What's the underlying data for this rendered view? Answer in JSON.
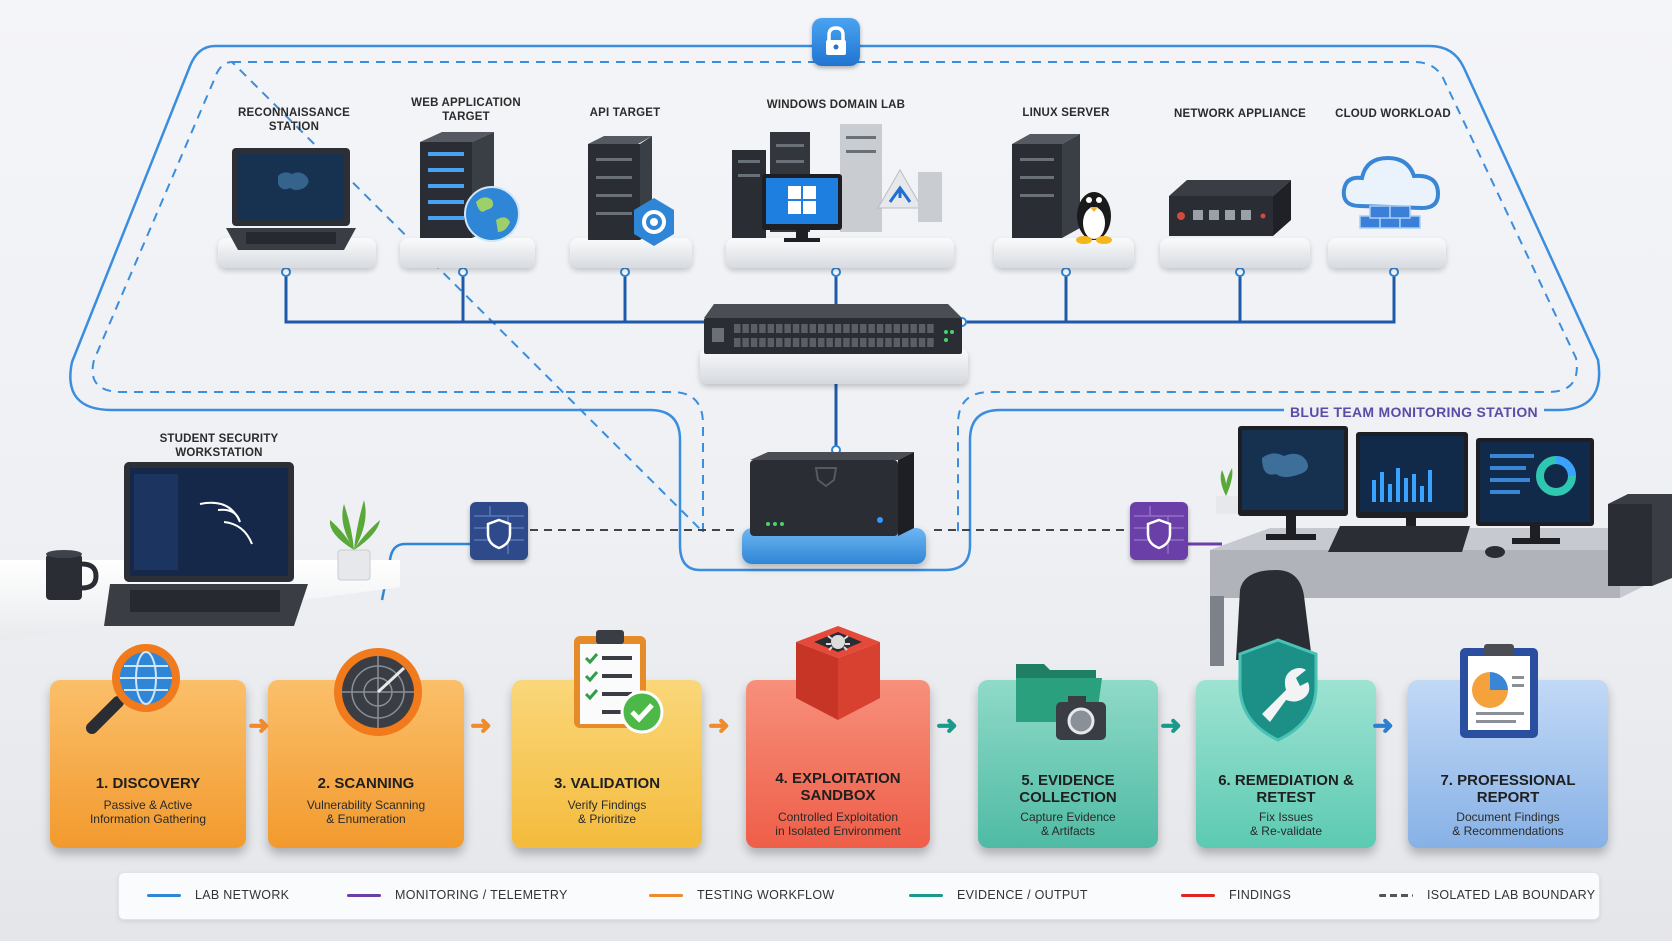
{
  "lab": {
    "nodes": [
      {
        "label": "Reconnaissance Station",
        "icon": "laptop-icon"
      },
      {
        "label": "Web Application Target",
        "icon": "server-globe-icon"
      },
      {
        "label": "API Target",
        "icon": "server-gear-icon"
      },
      {
        "label": "Windows Domain Lab",
        "icon": "windows-servers-icon"
      },
      {
        "label": "Linux Server",
        "icon": "linux-server-icon"
      },
      {
        "label": "Network Appliance",
        "icon": "network-appliance-icon"
      },
      {
        "label": "Cloud Workload",
        "icon": "cloud-icon"
      }
    ],
    "lock_icon": "lock-icon",
    "switch_icon": "network-switch-icon",
    "gateway_icon": "gateway-router-icon"
  },
  "student": {
    "label": "Student Security Workstation",
    "icon": "laptop-icon"
  },
  "blue_team": {
    "label": "Blue Team Monitoring Station",
    "icon": "monitors-desk-icon"
  },
  "firewalls": [
    {
      "icon": "firewall-shield-icon",
      "color": "#2f4a8a"
    },
    {
      "icon": "firewall-shield-icon",
      "color": "#6a3fa8"
    }
  ],
  "workflow": [
    {
      "num": "1.",
      "title": "Discovery",
      "desc1": "Passive & Active",
      "desc2": "Information Gathering",
      "icon": "globe-magnifier-icon",
      "color": "#f5a23c"
    },
    {
      "num": "2.",
      "title": "Scanning",
      "desc1": "Vulnerability Scanning",
      "desc2": "& Enumeration",
      "icon": "radar-icon",
      "color": "#f4a43e"
    },
    {
      "num": "3.",
      "title": "Validation",
      "desc1": "Verify Findings",
      "desc2": "& Prioritize",
      "icon": "checklist-icon",
      "color": "#f6c44a"
    },
    {
      "num": "4.",
      "title": "Exploitation Sandbox",
      "desc1": "Controlled Exploitation",
      "desc2": "in Isolated Environment",
      "icon": "sandbox-bug-icon",
      "color": "#f26a55"
    },
    {
      "num": "5.",
      "title": "Evidence Collection",
      "desc1": "Capture Evidence",
      "desc2": "& Artifacts",
      "icon": "folder-camera-icon",
      "color": "#5fc2ad"
    },
    {
      "num": "6.",
      "title": "Remediation & Retest",
      "desc1": "Fix Issues",
      "desc2": "& Re-validate",
      "icon": "shield-wrench-icon",
      "color": "#6ccfb8"
    },
    {
      "num": "7.",
      "title": "Professional Report",
      "desc1": "Document Findings",
      "desc2": "& Recommendations",
      "icon": "report-icon",
      "color": "#8fb7e8"
    }
  ],
  "arrow_colors": [
    "#f08a2a",
    "#f08a2a",
    "#f08a2a",
    "#1a9a8a",
    "#1a9a8a",
    "#2f7fd0"
  ],
  "legend": [
    {
      "label": "Lab Network",
      "color": "#2f86d6",
      "style": "solid"
    },
    {
      "label": "Monitoring / Telemetry",
      "color": "#6a3fa8",
      "style": "solid"
    },
    {
      "label": "Testing Workflow",
      "color": "#f08a2a",
      "style": "solid"
    },
    {
      "label": "Evidence / Output",
      "color": "#1a9a8a",
      "style": "solid"
    },
    {
      "label": "Findings",
      "color": "#e02525",
      "style": "solid"
    },
    {
      "label": "Isolated Lab Boundary",
      "color": "#555555",
      "style": "dashed"
    }
  ]
}
